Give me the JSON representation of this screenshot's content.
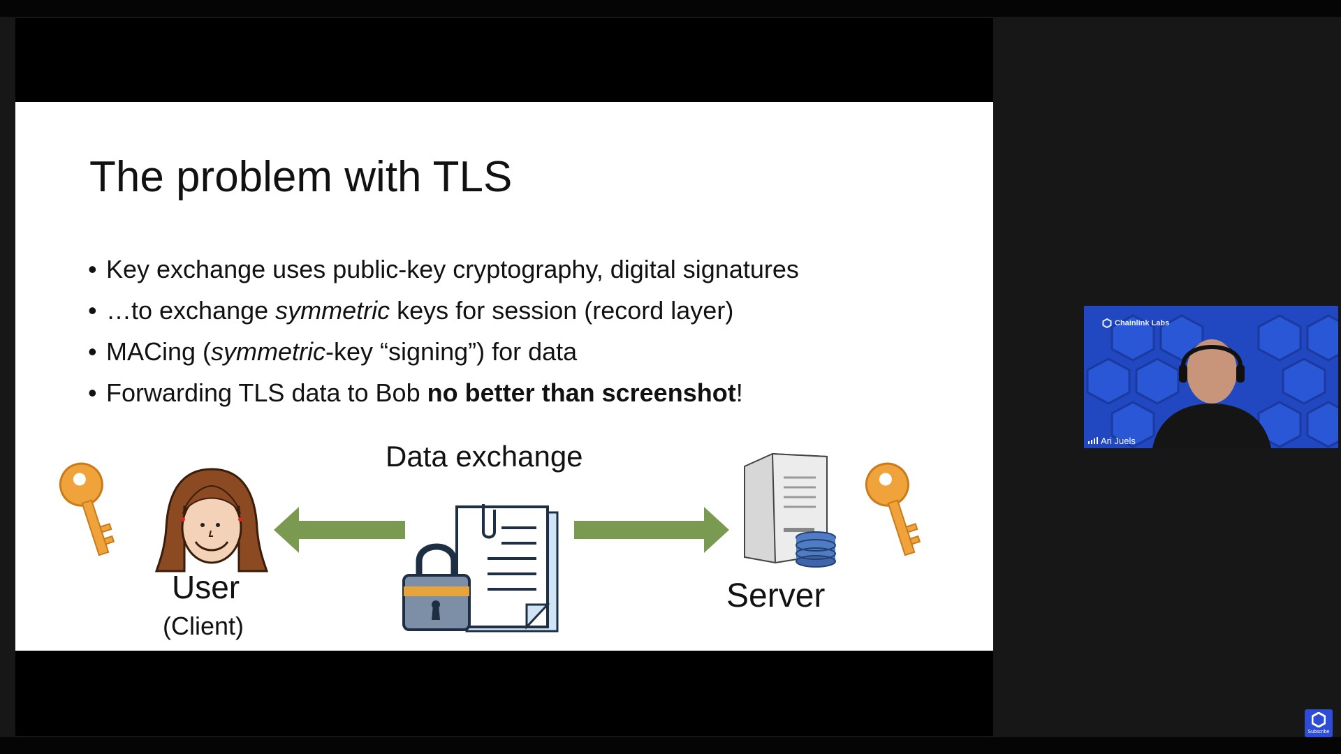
{
  "slide": {
    "title": "The problem with TLS",
    "bullets": [
      {
        "text_a": "Key exchange uses public-key cryptography, digital signatures",
        "italic": "",
        "text_b": "",
        "bold": "",
        "text_c": ""
      },
      {
        "text_a": "…to exchange ",
        "italic": "symmetric",
        "text_b": " keys for session (record layer)",
        "bold": "",
        "text_c": ""
      },
      {
        "text_a": "MACing (",
        "italic": "symmetric",
        "text_b": "-key “signing”) for data",
        "bold": "",
        "text_c": ""
      },
      {
        "text_a": "Forwarding TLS data to Bob ",
        "italic": "",
        "text_b": "",
        "bold": "no better than screenshot",
        "text_c": "!"
      }
    ],
    "bullet_glyph": "•",
    "diagram": {
      "data_exchange_label": "Data exchange",
      "user_label": "User",
      "client_label": "(Client)",
      "server_label": "Server",
      "arrow_color": "#7a9a52",
      "key_color": "#f0a33a"
    }
  },
  "video": {
    "brand": "Chainlink Labs",
    "participant": "Ari Juels",
    "background_color": "#2148c0"
  },
  "subscribe": {
    "label": "Subscribe"
  }
}
